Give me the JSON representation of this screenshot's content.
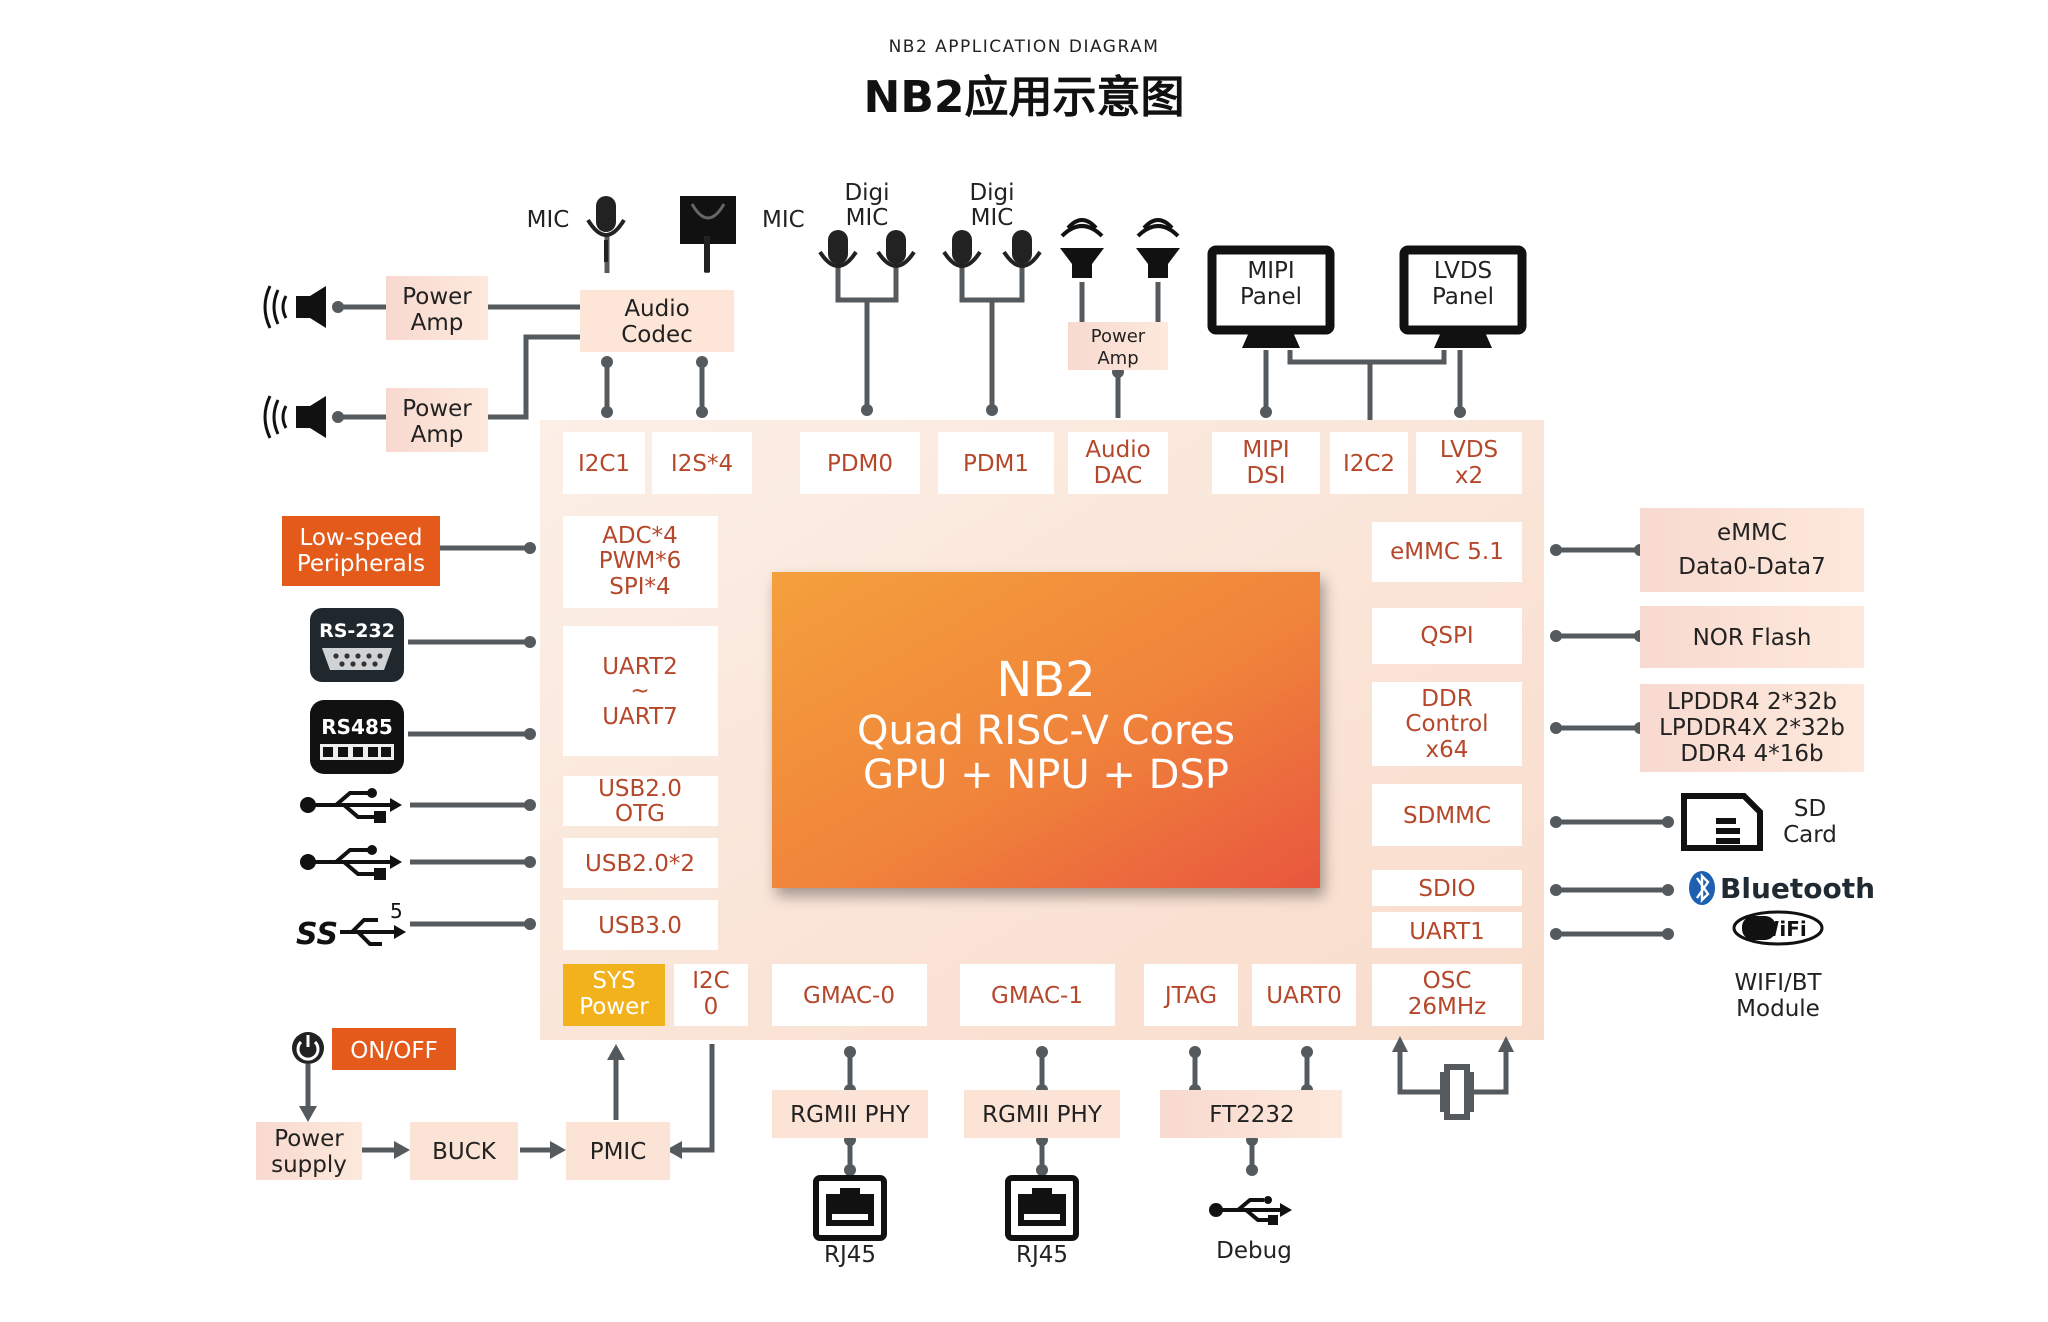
{
  "header": {
    "subtitle": "NB2 APPLICATION DIAGRAM",
    "title": "NB2应用示意图"
  },
  "chip": {
    "name": "NB2",
    "line1": "Quad RISC-V Cores",
    "line2": "GPU + NPU + DSP"
  },
  "top_blocks": {
    "i2c1": "I2C1",
    "i2s4": "I2S*4",
    "pdm0": "PDM0",
    "pdm1": "PDM1",
    "audio_dac": [
      "Audio",
      "DAC"
    ],
    "mipi_dsi": [
      "MIPI",
      "DSI"
    ],
    "i2c2": "I2C2",
    "lvds": [
      "LVDS",
      "x2"
    ]
  },
  "left_blocks": {
    "adc_pwm_spi": [
      "ADC*4",
      "PWM*6",
      "SPI*4"
    ],
    "uart": [
      "UART2",
      "~",
      "UART7"
    ],
    "usb_otg": [
      "USB2.0",
      "OTG"
    ],
    "usb2x2": "USB2.0*2",
    "usb3": "USB3.0"
  },
  "right_blocks": {
    "emmc": "eMMC 5.1",
    "qspi": "QSPI",
    "ddr": [
      "DDR",
      "Control",
      "x64"
    ],
    "sdmmc": "SDMMC",
    "sdio": "SDIO",
    "uart1": "UART1"
  },
  "bottom_blocks": {
    "sys_power": [
      "SYS",
      "Power"
    ],
    "i2c0": [
      "I2C",
      "0"
    ],
    "gmac0": "GMAC-0",
    "gmac1": "GMAC-1",
    "jtag": "JTAG",
    "uart0": "UART0",
    "osc": [
      "OSC",
      "26MHz"
    ]
  },
  "audio": {
    "mic_left": "MIC",
    "mic_right": "MIC",
    "digi_mic_1": [
      "Digi",
      "MIC"
    ],
    "digi_mic_2": [
      "Digi",
      "MIC"
    ],
    "audio_codec": [
      "Audio",
      "Codec"
    ],
    "power_amp_1": [
      "Power",
      "Amp"
    ],
    "power_amp_2": [
      "Power",
      "Amp"
    ],
    "power_amp_3": [
      "Power",
      "Amp"
    ]
  },
  "displays": {
    "mipi_panel": [
      "MIPI",
      "Panel"
    ],
    "lvds_panel": [
      "LVDS",
      "Panel"
    ]
  },
  "left_external": {
    "low_speed": [
      "Low-speed",
      "Peripherals"
    ],
    "rs232": "RS-232",
    "rs485": "RS485",
    "usb3_superscript": "5"
  },
  "right_external": {
    "emmc": [
      "eMMC",
      "Data0-Data7"
    ],
    "nor_flash": "NOR Flash",
    "lpddr": [
      "LPDDR4 2*32b",
      "LPDDR4X 2*32b",
      "DDR4 4*16b"
    ],
    "sd_card": [
      "SD",
      "Card"
    ],
    "bluetooth": "Bluetooth",
    "wifi": "WiFi",
    "wifi_bt_module": [
      "WIFI/BT",
      "Module"
    ]
  },
  "bottom_external": {
    "on_off": "ON/OFF",
    "power_supply": [
      "Power",
      "supply"
    ],
    "buck": "BUCK",
    "pmic": "PMIC",
    "rgmii_phy_1": "RGMII PHY",
    "rgmii_phy_2": "RGMII PHY",
    "ft2232": "FT2232",
    "rj45_1": "RJ45",
    "rj45_2": "RJ45",
    "debug": "Debug"
  },
  "colors": {
    "board": "#fbe4d6",
    "chip_start": "#f49a38",
    "chip_end": "#e95b3f",
    "accent": "#e35a1b",
    "sys_power": "#f2b21c",
    "connector": "#555a5e",
    "block_text": "#b5472a"
  }
}
